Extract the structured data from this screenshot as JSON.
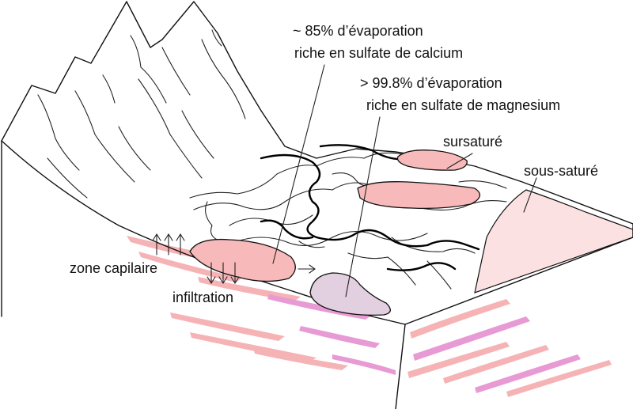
{
  "labels": {
    "evap85_line1": "~ 85% d’évaporation",
    "evap85_line2": "riche en sulfate de calcium",
    "evap998_line1": "> 99.8% d’évaporation",
    "evap998_line2": "riche en sulfate de magnesium",
    "sursature": "sursaturé",
    "sous_sature": "sous-saturé",
    "zone_capilaire": "zone capilaire",
    "infiltration": "infiltration"
  },
  "colors": {
    "pink_pond": "#f7b9b9",
    "light_pink": "#fbe1e1",
    "lavender_pond": "#e2cfdf",
    "salmon_strata": "#f6b3b6",
    "magenta_strata": "#e79ad3",
    "outline": "#111111"
  }
}
